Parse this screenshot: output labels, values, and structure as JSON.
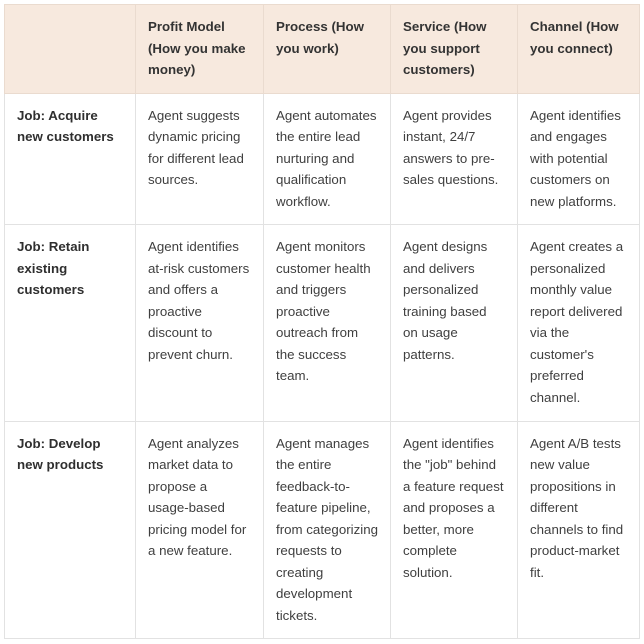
{
  "table": {
    "corner_label": "",
    "columns": [
      {
        "id": "profit-model",
        "label": "Profit Model (How you make money)"
      },
      {
        "id": "process",
        "label": "Process (How you work)"
      },
      {
        "id": "service",
        "label": "Service (How you support customers)"
      },
      {
        "id": "channel",
        "label": "Channel (How you connect)"
      }
    ],
    "rows": [
      {
        "id": "acquire-new-customers",
        "header": "Job: Acquire new customers",
        "cells": [
          "Agent suggests dynamic pricing for different lead sources.",
          "Agent automates the entire lead nurturing and qualification workflow.",
          "Agent provides instant, 24/7 answers to pre-sales questions.",
          "Agent identifies and engages with potential customers on new platforms."
        ]
      },
      {
        "id": "retain-existing-customers",
        "header": "Job: Retain existing customers",
        "cells": [
          "Agent identifies at-risk customers and offers a proactive discount to prevent churn.",
          "Agent monitors customer health and triggers proactive outreach from the success team.",
          "Agent designs and delivers personalized training based on usage patterns.",
          "Agent creates a personalized monthly value report delivered via the customer's preferred channel."
        ]
      },
      {
        "id": "develop-new-products",
        "header": "Job: Develop new products",
        "cells": [
          "Agent analyzes market data to propose a usage-based pricing model for a new feature.",
          "Agent manages the entire feedback-to-feature pipeline, from categorizing requests to creating development tickets.",
          "Agent identifies the \"job\" behind a feature request and proposes a better, more complete solution.",
          "Agent A/B tests new value propositions in different channels to find product-market fit."
        ]
      }
    ]
  },
  "colors": {
    "header_background": "#f7e9de",
    "border": "#e2e2e2",
    "header_border": "#eadbcf",
    "text": "#3f3f3f",
    "page_background": "#ffffff"
  }
}
